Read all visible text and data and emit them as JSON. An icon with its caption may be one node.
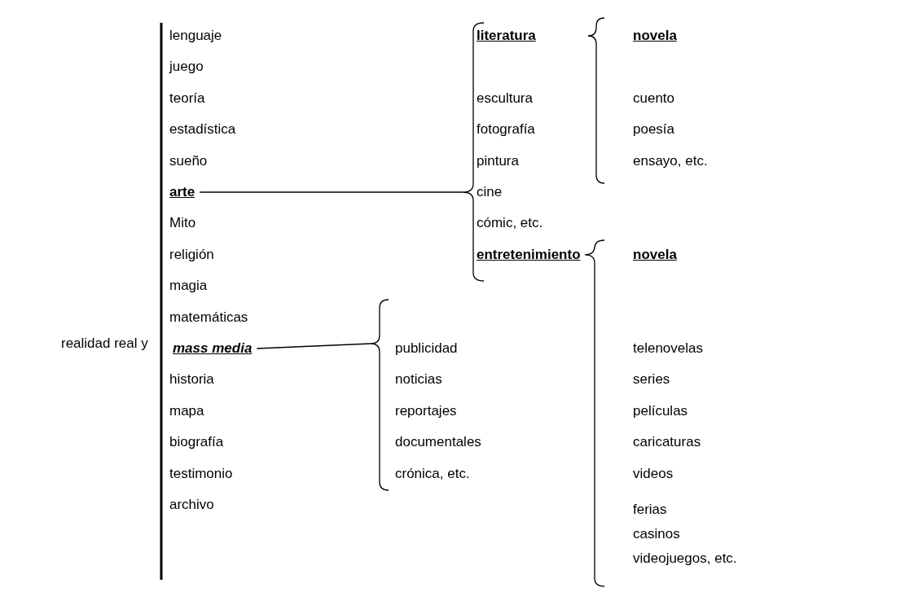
{
  "diagram": {
    "nodes": [
      {
        "text": [
          "arte"
        ]
      },
      {
        "text": [],
        "shape": "brace"
      },
      {
        "text": [
          "mass media"
        ]
      },
      {
        "text": [],
        "shape": "brace"
      }
    ],
    "edges": [
      {
        "from": 0,
        "to": 1,
        "arrow": "none"
      },
      {
        "from": 2,
        "to": 3,
        "arrow": "none"
      }
    ],
    "labels": [
      "realidad real y",
      "lenguaje",
      "juego",
      "teoría",
      "estadística",
      "sueño",
      "Mito",
      "religión",
      "magia",
      "matemáticas",
      "historia",
      "mapa",
      "biografía",
      "testimonio",
      "archivo",
      "literatura",
      "escultura",
      "fotografía",
      "pintura",
      "cine",
      "cómic, etc.",
      "entretenimiento",
      "publicidad",
      "noticias",
      "reportajes",
      "documentales",
      "crónica, etc.",
      "novela",
      "cuento",
      "poesía",
      "ensayo, etc.",
      "novela",
      "telenovelas",
      "series",
      "películas",
      "caricaturas",
      "videos",
      "ferias",
      "casinos",
      "videojuegos, etc."
    ]
  }
}
